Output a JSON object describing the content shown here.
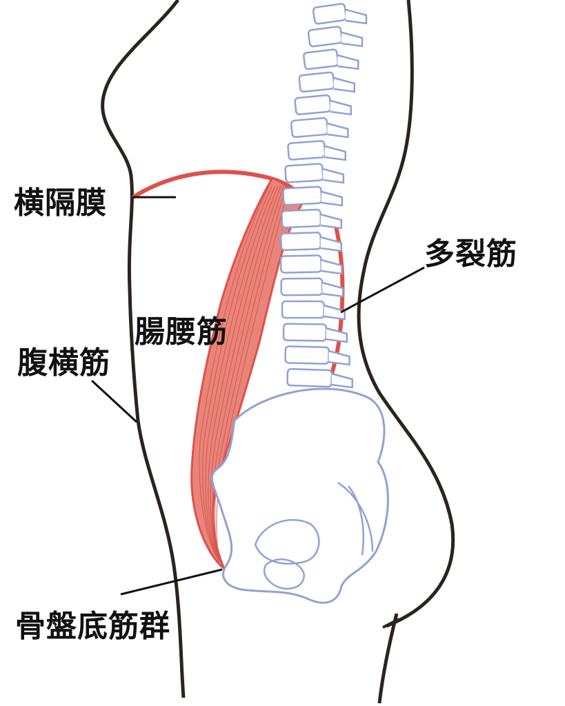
{
  "labels": {
    "diaphragm": "横隔膜",
    "multifidus": "多裂筋",
    "iliopsoas": "腸腰筋",
    "transversus_abdominis": "腹横筋",
    "pelvic_floor": "骨盤底筋群"
  },
  "colors": {
    "outline": "#2b241c",
    "bone": "#8fa2d4",
    "muscle_stroke": "#e0504a",
    "muscle_fill": "#e8857b"
  }
}
